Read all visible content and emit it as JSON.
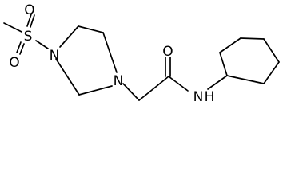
{
  "diagram": {
    "atoms": {
      "sulfur": "S",
      "oxygen_top": "O",
      "oxygen_bottom": "O",
      "ring_nitrogen_top": "N",
      "ring_nitrogen_bottom": "N",
      "carbonyl_oxygen": "O",
      "amide_nitrogen": "N",
      "amide_hydrogen": "H"
    },
    "colors": {
      "stroke": "#000000",
      "background": "#ffffff"
    }
  }
}
